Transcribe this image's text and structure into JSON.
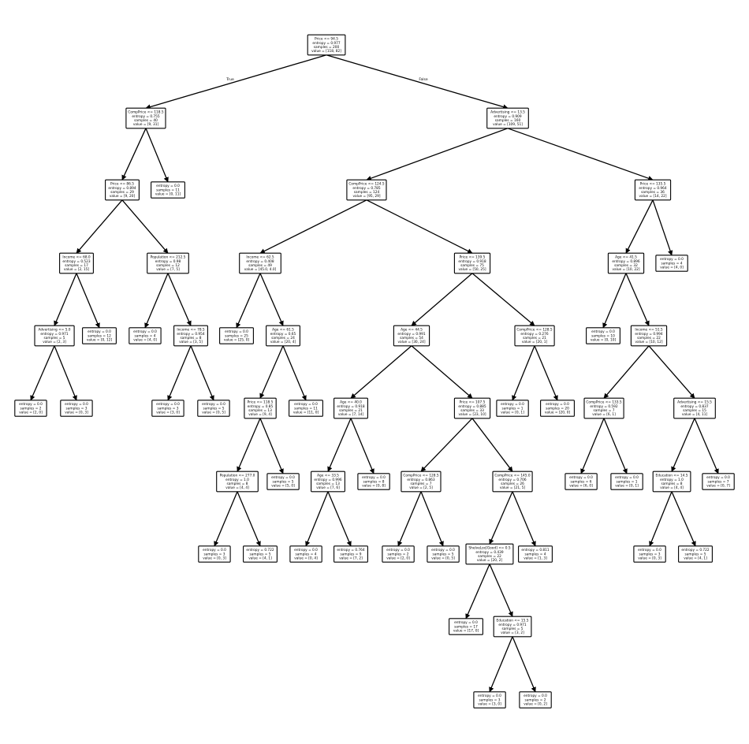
{
  "tree": {
    "edge_labels": {
      "true": "True",
      "false": "False"
    },
    "nodes": [
      {
        "id": "n0",
        "lines": [
          "Price <= 94.5",
          "entropy = 0.977",
          "samples = 200",
          "value = [118, 82]"
        ]
      },
      {
        "id": "n1",
        "lines": [
          "CompPrice <= 118.5",
          "entropy = 0.755",
          "samples = 40",
          "value = [9, 31]"
        ]
      },
      {
        "id": "n2",
        "lines": [
          "Price <= 86.5",
          "entropy = 0.894",
          "samples = 29",
          "value = [9, 20]"
        ]
      },
      {
        "id": "n3",
        "lines": [
          "Income <= 68.0",
          "entropy = 0.523",
          "samples = 17",
          "value = [2, 15]"
        ]
      },
      {
        "id": "n4",
        "lines": [
          "Advertising <= 5.0",
          "entropy = 0.971",
          "samples = 5",
          "value = [2, 3]"
        ]
      },
      {
        "id": "n5",
        "lines": [
          "entropy = 0.0",
          "samples = 2",
          "value = [2, 0]"
        ]
      },
      {
        "id": "n6",
        "lines": [
          "entropy = 0.0",
          "samples = 3",
          "value = [0, 3]"
        ]
      },
      {
        "id": "n7",
        "lines": [
          "entropy = 0.0",
          "samples = 12",
          "value = [0, 12]"
        ]
      },
      {
        "id": "n8",
        "lines": [
          "Population <= 212.5",
          "entropy = 0.98",
          "samples = 12",
          "value = [7, 5]"
        ]
      },
      {
        "id": "n9",
        "lines": [
          "entropy = 0.0",
          "samples = 4",
          "value = [4, 0]"
        ]
      },
      {
        "id": "n10",
        "lines": [
          "Income <= 78.5",
          "entropy = 0.954",
          "samples = 8",
          "value = [3, 5]"
        ]
      },
      {
        "id": "n11",
        "lines": [
          "entropy = 0.0",
          "samples = 3",
          "value = [3, 0]"
        ]
      },
      {
        "id": "n12",
        "lines": [
          "entropy = 0.0",
          "samples = 5",
          "value = [0, 5]"
        ]
      },
      {
        "id": "n13",
        "lines": [
          "entropy = 0.0",
          "samples = 11",
          "value = [0, 11]"
        ]
      },
      {
        "id": "n14",
        "lines": [
          "Advertising <= 13.5",
          "entropy = 0.909",
          "samples = 160",
          "value = [109, 51]"
        ]
      },
      {
        "id": "n15",
        "lines": [
          "CompPrice <= 124.5",
          "entropy = 0.785",
          "samples = 124",
          "value = [95, 29]"
        ]
      },
      {
        "id": "n16",
        "lines": [
          "Income <= 62.5",
          "entropy = 0.408",
          "samples = 49",
          "value = [45.0, 4.0]"
        ]
      },
      {
        "id": "n17",
        "lines": [
          "entropy = 0.0",
          "samples = 25",
          "value = [25, 0]"
        ]
      },
      {
        "id": "n18",
        "lines": [
          "Age <= 61.5",
          "entropy = 0.65",
          "samples = 24",
          "value = [20, 4]"
        ]
      },
      {
        "id": "n19",
        "lines": [
          "Price <= 118.5",
          "entropy = 0.85",
          "samples = 13",
          "value = [9, 4]"
        ]
      },
      {
        "id": "n20",
        "lines": [
          "Population <= 277.0",
          "entropy = 1.0",
          "samples = 8",
          "value = [4, 4]"
        ]
      },
      {
        "id": "n21",
        "lines": [
          "entropy = 0.0",
          "samples = 3",
          "value = [0, 3]"
        ]
      },
      {
        "id": "n22",
        "lines": [
          "entropy = 0.722",
          "samples = 5",
          "value = [4, 1]"
        ]
      },
      {
        "id": "n23",
        "lines": [
          "entropy = 0.0",
          "samples = 5",
          "value = [5, 0]"
        ]
      },
      {
        "id": "n24",
        "lines": [
          "entropy = 0.0",
          "samples = 11",
          "value = [11, 0]"
        ]
      },
      {
        "id": "n25",
        "lines": [
          "Price <= 139.5",
          "entropy = 0.918",
          "samples = 75",
          "value = [50, 25]"
        ]
      },
      {
        "id": "n26",
        "lines": [
          "Age <= 44.5",
          "entropy = 0.991",
          "samples = 54",
          "value = [30, 24]"
        ]
      },
      {
        "id": "n27",
        "lines": [
          "Age <= 40.0",
          "entropy = 0.918",
          "samples = 21",
          "value = [7, 14]"
        ]
      },
      {
        "id": "n28",
        "lines": [
          "Age <= 33.5",
          "entropy = 0.996",
          "samples = 13",
          "value = [7, 6]"
        ]
      },
      {
        "id": "n29",
        "lines": [
          "entropy = 0.0",
          "samples = 4",
          "value = [0, 4]"
        ]
      },
      {
        "id": "n30",
        "lines": [
          "entropy = 0.764",
          "samples = 9",
          "value = [7, 2]"
        ]
      },
      {
        "id": "n31",
        "lines": [
          "entropy = 0.0",
          "samples = 8",
          "value = [0, 8]"
        ]
      },
      {
        "id": "n32",
        "lines": [
          "Price <= 107.5",
          "entropy = 0.885",
          "samples = 33",
          "value = [23, 10]"
        ]
      },
      {
        "id": "n33",
        "lines": [
          "CompPrice <= 128.5",
          "entropy = 0.863",
          "samples = 7",
          "value = [2, 5]"
        ]
      },
      {
        "id": "n34",
        "lines": [
          "entropy = 0.0",
          "samples = 2",
          "value = [2, 0]"
        ]
      },
      {
        "id": "n35",
        "lines": [
          "entropy = 0.0",
          "samples = 5",
          "value = [0, 5]"
        ]
      },
      {
        "id": "n36",
        "lines": [
          "CompPrice <= 145.0",
          "entropy = 0.706",
          "samples = 26",
          "value = [21, 5]"
        ]
      },
      {
        "id": "n37",
        "lines": [
          "ShelveLoc[Good] <= 0.5",
          "entropy = 0.439",
          "samples = 22",
          "value = [20, 2]"
        ]
      },
      {
        "id": "n38",
        "lines": [
          "entropy = 0.0",
          "samples = 17",
          "value = [17, 0]"
        ]
      },
      {
        "id": "n39",
        "lines": [
          "Education <= 15.5",
          "entropy = 0.971",
          "samples = 5",
          "value = [3, 2]"
        ]
      },
      {
        "id": "n40",
        "lines": [
          "entropy = 0.0",
          "samples = 3",
          "value = [3, 0]"
        ]
      },
      {
        "id": "n41",
        "lines": [
          "entropy = 0.0",
          "samples = 2",
          "value = [0, 2]"
        ]
      },
      {
        "id": "n42",
        "lines": [
          "entropy = 0.811",
          "samples = 4",
          "value = [1, 3]"
        ]
      },
      {
        "id": "n43",
        "lines": [
          "CompPrice <= 128.5",
          "entropy = 0.276",
          "samples = 21",
          "value = [20, 1]"
        ]
      },
      {
        "id": "n44",
        "lines": [
          "entropy = 0.0",
          "samples = 1",
          "value = [0, 1]"
        ]
      },
      {
        "id": "n45",
        "lines": [
          "entropy = 0.0",
          "samples = 20",
          "value = [20, 0]"
        ]
      },
      {
        "id": "n46",
        "lines": [
          "Price <= 135.5",
          "entropy = 0.964",
          "samples = 36",
          "value = [14, 22]"
        ]
      },
      {
        "id": "n47",
        "lines": [
          "Age <= 41.5",
          "entropy = 0.896",
          "samples = 32",
          "value = [10, 22]"
        ]
      },
      {
        "id": "n48",
        "lines": [
          "entropy = 0.0",
          "samples = 10",
          "value = [0, 10]"
        ]
      },
      {
        "id": "n49",
        "lines": [
          "Income <= 51.5",
          "entropy = 0.994",
          "samples = 22",
          "value = [10, 12]"
        ]
      },
      {
        "id": "n50",
        "lines": [
          "CompPrice <= 133.5",
          "entropy = 0.592",
          "samples = 7",
          "value = [6, 1]"
        ]
      },
      {
        "id": "n51",
        "lines": [
          "entropy = 0.0",
          "samples = 6",
          "value = [6, 0]"
        ]
      },
      {
        "id": "n52",
        "lines": [
          "entropy = 0.0",
          "samples = 1",
          "value = [0, 1]"
        ]
      },
      {
        "id": "n53",
        "lines": [
          "Advertising <= 15.5",
          "entropy = 0.837",
          "samples = 15",
          "value = [4, 11]"
        ]
      },
      {
        "id": "n54",
        "lines": [
          "Education <= 14.5",
          "entropy = 1.0",
          "samples = 8",
          "value = [4, 4]"
        ]
      },
      {
        "id": "n55",
        "lines": [
          "entropy = 0.0",
          "samples = 3",
          "value = [0, 3]"
        ]
      },
      {
        "id": "n56",
        "lines": [
          "entropy = 0.722",
          "samples = 5",
          "value = [4, 1]"
        ]
      },
      {
        "id": "n57",
        "lines": [
          "entropy = 0.0",
          "samples = 7",
          "value = [0, 7]"
        ]
      },
      {
        "id": "n58",
        "lines": [
          "entropy = 0.0",
          "samples = 4",
          "value = [4, 0]"
        ]
      }
    ],
    "edges": [
      [
        "n0",
        "n1"
      ],
      [
        "n0",
        "n14"
      ],
      [
        "n1",
        "n2"
      ],
      [
        "n1",
        "n13"
      ],
      [
        "n2",
        "n3"
      ],
      [
        "n2",
        "n8"
      ],
      [
        "n3",
        "n4"
      ],
      [
        "n3",
        "n7"
      ],
      [
        "n4",
        "n5"
      ],
      [
        "n4",
        "n6"
      ],
      [
        "n8",
        "n9"
      ],
      [
        "n8",
        "n10"
      ],
      [
        "n10",
        "n11"
      ],
      [
        "n10",
        "n12"
      ],
      [
        "n14",
        "n15"
      ],
      [
        "n14",
        "n46"
      ],
      [
        "n15",
        "n16"
      ],
      [
        "n15",
        "n25"
      ],
      [
        "n16",
        "n17"
      ],
      [
        "n16",
        "n18"
      ],
      [
        "n18",
        "n19"
      ],
      [
        "n18",
        "n24"
      ],
      [
        "n19",
        "n20"
      ],
      [
        "n19",
        "n23"
      ],
      [
        "n20",
        "n21"
      ],
      [
        "n20",
        "n22"
      ],
      [
        "n25",
        "n26"
      ],
      [
        "n25",
        "n43"
      ],
      [
        "n26",
        "n27"
      ],
      [
        "n26",
        "n32"
      ],
      [
        "n27",
        "n28"
      ],
      [
        "n27",
        "n31"
      ],
      [
        "n28",
        "n29"
      ],
      [
        "n28",
        "n30"
      ],
      [
        "n32",
        "n33"
      ],
      [
        "n32",
        "n36"
      ],
      [
        "n33",
        "n34"
      ],
      [
        "n33",
        "n35"
      ],
      [
        "n36",
        "n37"
      ],
      [
        "n36",
        "n42"
      ],
      [
        "n37",
        "n38"
      ],
      [
        "n37",
        "n39"
      ],
      [
        "n39",
        "n40"
      ],
      [
        "n39",
        "n41"
      ],
      [
        "n43",
        "n44"
      ],
      [
        "n43",
        "n45"
      ],
      [
        "n46",
        "n47"
      ],
      [
        "n46",
        "n58"
      ],
      [
        "n47",
        "n48"
      ],
      [
        "n47",
        "n49"
      ],
      [
        "n49",
        "n50"
      ],
      [
        "n49",
        "n53"
      ],
      [
        "n50",
        "n51"
      ],
      [
        "n50",
        "n52"
      ],
      [
        "n53",
        "n54"
      ],
      [
        "n53",
        "n57"
      ],
      [
        "n54",
        "n55"
      ],
      [
        "n54",
        "n56"
      ]
    ]
  }
}
